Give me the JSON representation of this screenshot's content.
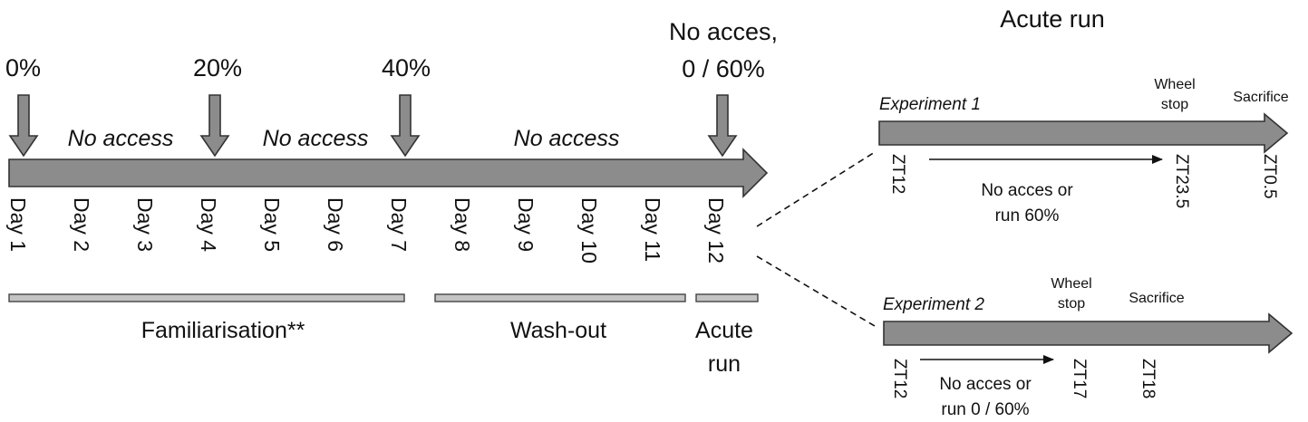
{
  "title": "Acute run",
  "percents": [
    "0%",
    "20%",
    "40%"
  ],
  "final_label": [
    "No acces,",
    "0 / 60%"
  ],
  "no_access": [
    "No access",
    "No access",
    "No access"
  ],
  "days": [
    "Day 1",
    "Day 2",
    "Day 3",
    "Day 4",
    "Day 5",
    "Day 6",
    "Day 7",
    "Day 8",
    "Day 9",
    "Day 10",
    "Day 11",
    "Day 12"
  ],
  "phases": {
    "familiarisation": "Familiarisation**",
    "washout": "Wash-out",
    "acute": [
      "Acute",
      "run"
    ]
  },
  "exp1": {
    "label": "Experiment 1",
    "wheel": [
      "Wheel",
      "stop"
    ],
    "sacrifice": "Sacrifice",
    "zt": [
      "ZT12",
      "ZT23.5",
      "ZT0.5"
    ],
    "note": [
      "No acces or",
      "run 60%"
    ]
  },
  "exp2": {
    "label": "Experiment 2",
    "wheel": [
      "Wheel",
      "stop"
    ],
    "sacrifice": "Sacrifice",
    "zt": [
      "ZT12",
      "ZT17",
      "ZT18"
    ],
    "note": [
      "No acces or",
      "run 0 / 60%"
    ]
  },
  "colors": {
    "arrow": "#8c8c8c",
    "bar": "#c4c4c4",
    "text": "#111111"
  }
}
